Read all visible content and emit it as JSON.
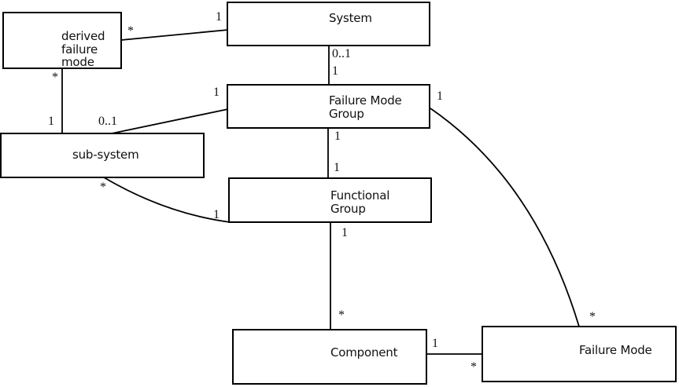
{
  "diagram": {
    "kind": "uml-class-association-diagram",
    "colors": {
      "line": "#000000",
      "background": "#ffffff",
      "text": "#111111"
    },
    "entities": [
      {
        "label": "derived\nfailure\nmode"
      },
      {
        "label": "System"
      },
      {
        "label": "Failure Mode\nGroup"
      },
      {
        "label": "sub-system"
      },
      {
        "label": "Functional\nGroup"
      },
      {
        "label": "Component"
      },
      {
        "label": "Failure Mode"
      }
    ],
    "associations": [
      {
        "from": "derived failure mode",
        "to": "System",
        "from_mult": "*",
        "to_mult": "1"
      },
      {
        "from": "System",
        "to": "Failure Mode Group",
        "from_mult": "0..1",
        "to_mult": "1"
      },
      {
        "from": "derived failure mode",
        "to": "sub-system",
        "from_mult": "*",
        "to_mult": "1"
      },
      {
        "from": "sub-system",
        "to": "Failure Mode Group",
        "from_mult": "0..1",
        "to_mult": "1"
      },
      {
        "from": "Failure Mode Group",
        "to": "Functional Group",
        "from_mult": "1",
        "to_mult": "1"
      },
      {
        "from": "sub-system",
        "to": "Functional Group",
        "from_mult": "*",
        "to_mult": "1"
      },
      {
        "from": "Functional Group",
        "to": "Component",
        "from_mult": "1",
        "to_mult": "*"
      },
      {
        "from": "Component",
        "to": "Failure Mode",
        "from_mult": "1",
        "to_mult": "*"
      },
      {
        "from": "Failure Mode Group",
        "to": "Failure Mode",
        "from_mult": "1",
        "to_mult": "*"
      }
    ]
  }
}
